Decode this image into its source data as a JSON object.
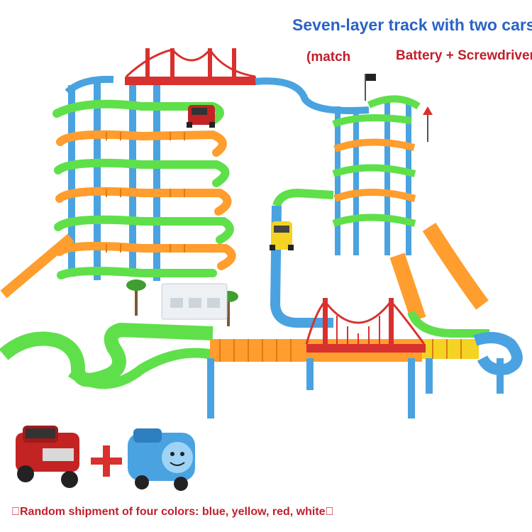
{
  "product": {
    "headline": "Seven-layer track with two cars",
    "match_text": "(match",
    "accessories_text": "Battery + Screwdriver",
    "footnote": "\u0000Random shipment of four colors: blue, yellow, red, white\u0000"
  },
  "colors": {
    "headline": "#2a63c6",
    "accent_red": "#c0202b",
    "track_green": "#5fe04a",
    "track_orange": "#ff9d2e",
    "pillar_blue": "#4aa3e0",
    "bridge_red": "#d8312f"
  },
  "icons": [
    "tower-left-illustration",
    "tower-right-illustration",
    "suspension-bridge",
    "red-car-icon",
    "yellow-car-icon",
    "blue-train-icon",
    "plus-icon",
    "flag-icon",
    "tree-icon",
    "garage-sign-icon"
  ]
}
